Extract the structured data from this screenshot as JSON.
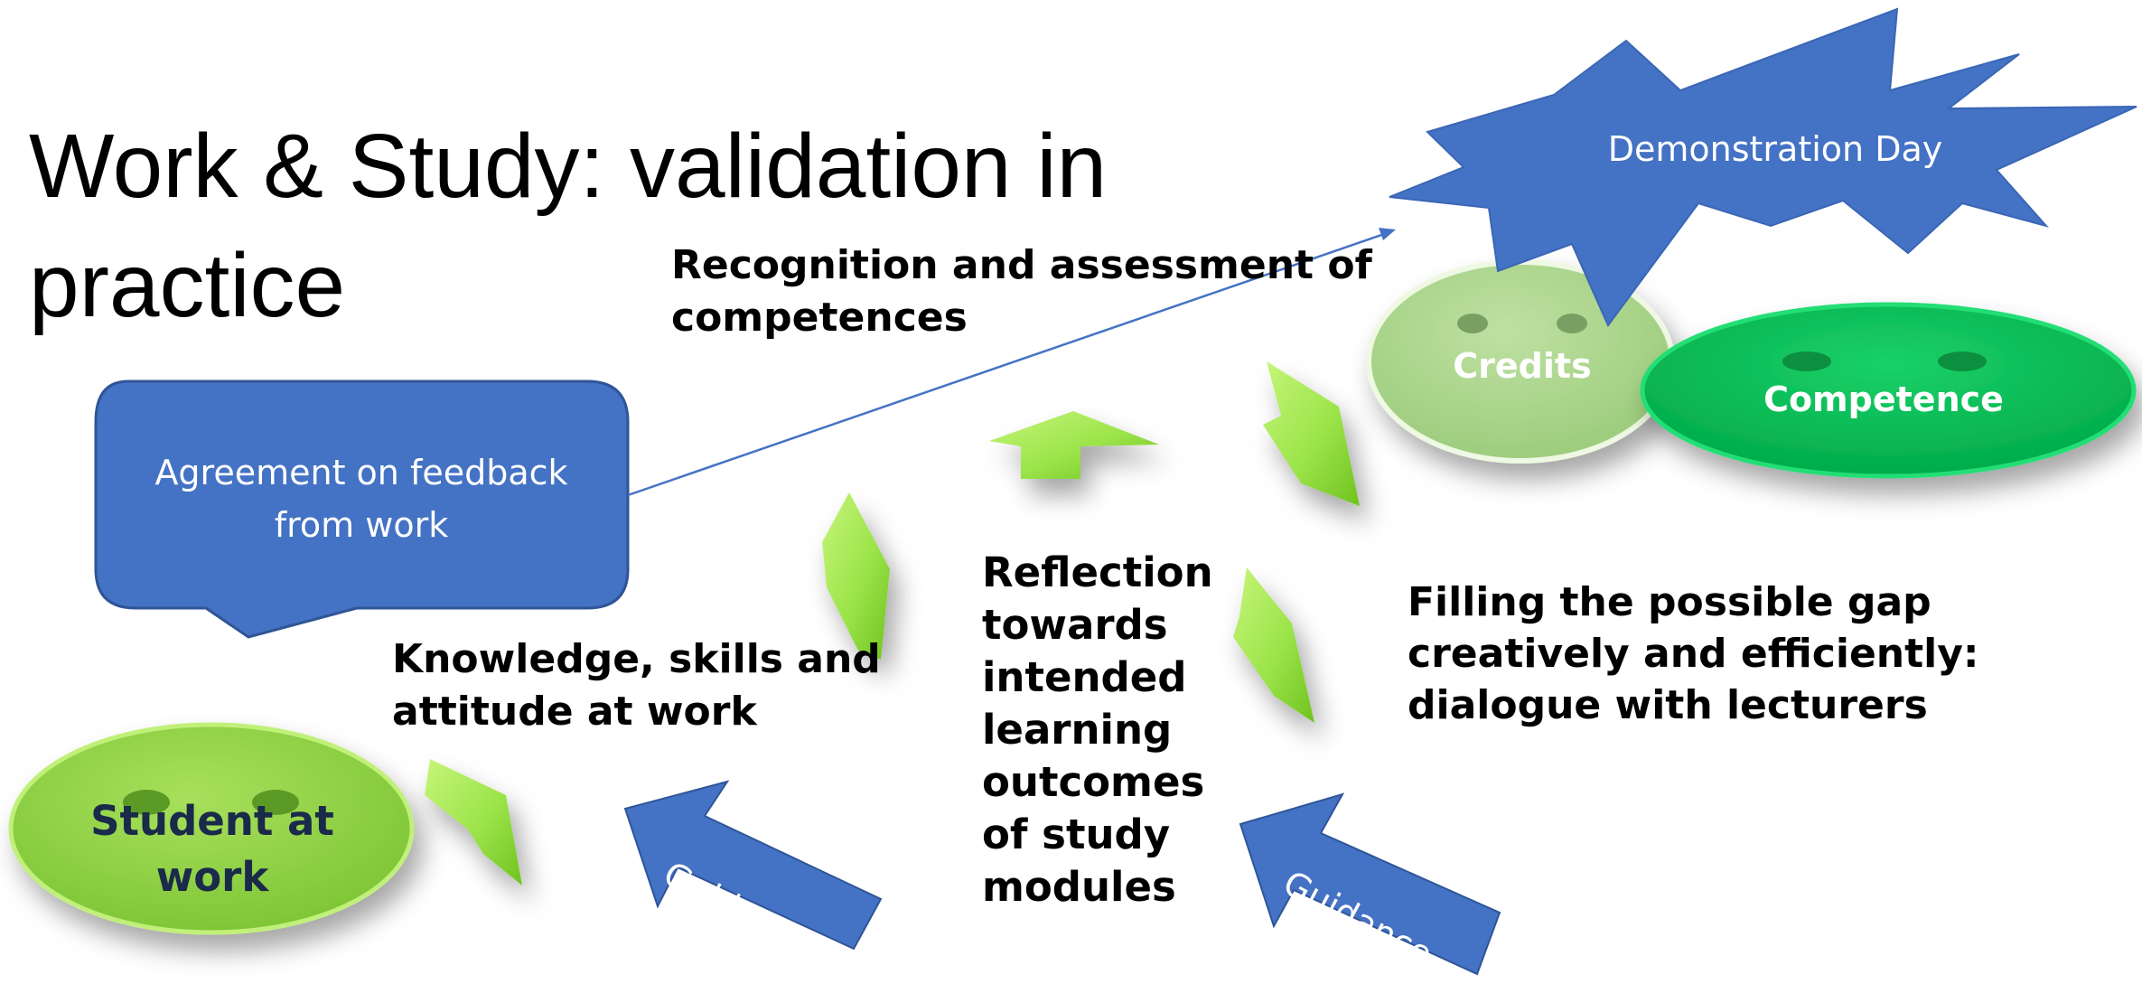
{
  "title": "Work & Study: validation in practice",
  "labels": {
    "recognition": "Recognition and assessment of competences",
    "knowledge": "Knowledge, skills and attitude at work",
    "reflection": "Reflection towards intended learning outcomes of study modules",
    "filling": "Filling the possible gap creatively and efficiently: dialogue with lecturers"
  },
  "nodes": {
    "agreement": "Agreement on feedback from work",
    "demonstration": "Demonstration Day",
    "credits": "Credits",
    "competence": "Competence",
    "student": "Student at work"
  },
  "guidance": [
    "Guidance",
    "Guidance"
  ],
  "colors": {
    "blue": "#4472C4",
    "dark_blue": "#2F5597",
    "green": "#92D050",
    "light_green": "#A9D18E",
    "bright_green": "#00B050",
    "arrow_green": "#9BE44A"
  },
  "icons": [
    "star-burst",
    "speech-bubble",
    "green-arrow",
    "block-arrow"
  ]
}
